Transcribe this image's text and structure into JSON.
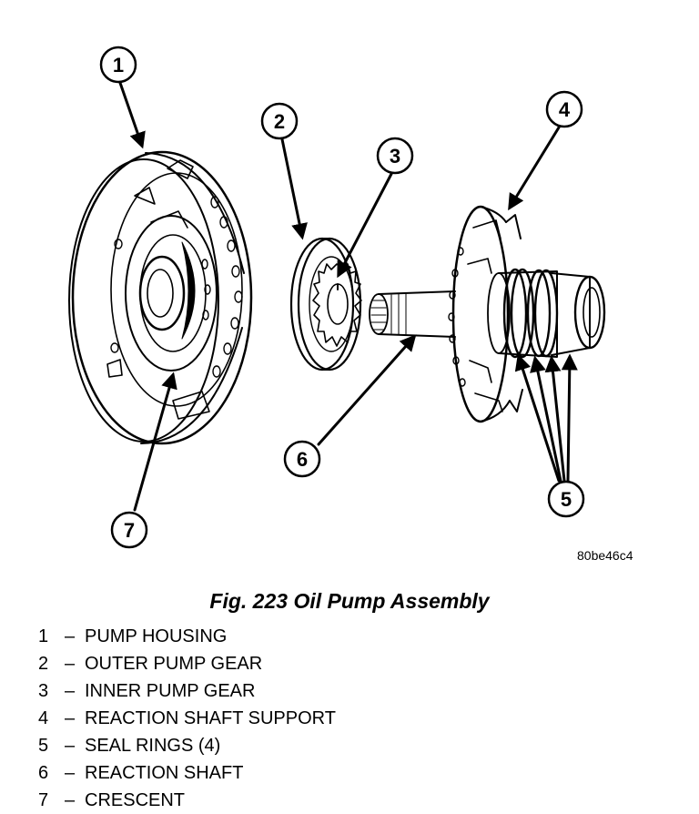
{
  "figure": {
    "code": "80be46c4",
    "caption": "Fig. 223 Oil Pump Assembly"
  },
  "callouts": [
    {
      "number": "1",
      "target": "PUMP HOUSING"
    },
    {
      "number": "2",
      "target": "OUTER PUMP GEAR"
    },
    {
      "number": "3",
      "target": "INNER PUMP GEAR"
    },
    {
      "number": "4",
      "target": "REACTION SHAFT SUPPORT"
    },
    {
      "number": "5",
      "target": "SEAL RINGS (4)"
    },
    {
      "number": "6",
      "target": "REACTION SHAFT"
    },
    {
      "number": "7",
      "target": "CRESCENT"
    }
  ],
  "legend": [
    {
      "num": "1",
      "dash": "–",
      "text": "PUMP HOUSING"
    },
    {
      "num": "2",
      "dash": "–",
      "text": "OUTER PUMP GEAR"
    },
    {
      "num": "3",
      "dash": "–",
      "text": "INNER PUMP GEAR"
    },
    {
      "num": "4",
      "dash": "–",
      "text": "REACTION SHAFT SUPPORT"
    },
    {
      "num": "5",
      "dash": "–",
      "text": "SEAL RINGS (4)"
    },
    {
      "num": "6",
      "dash": "–",
      "text": "REACTION SHAFT"
    },
    {
      "num": "7",
      "dash": "–",
      "text": "CRESCENT"
    }
  ]
}
